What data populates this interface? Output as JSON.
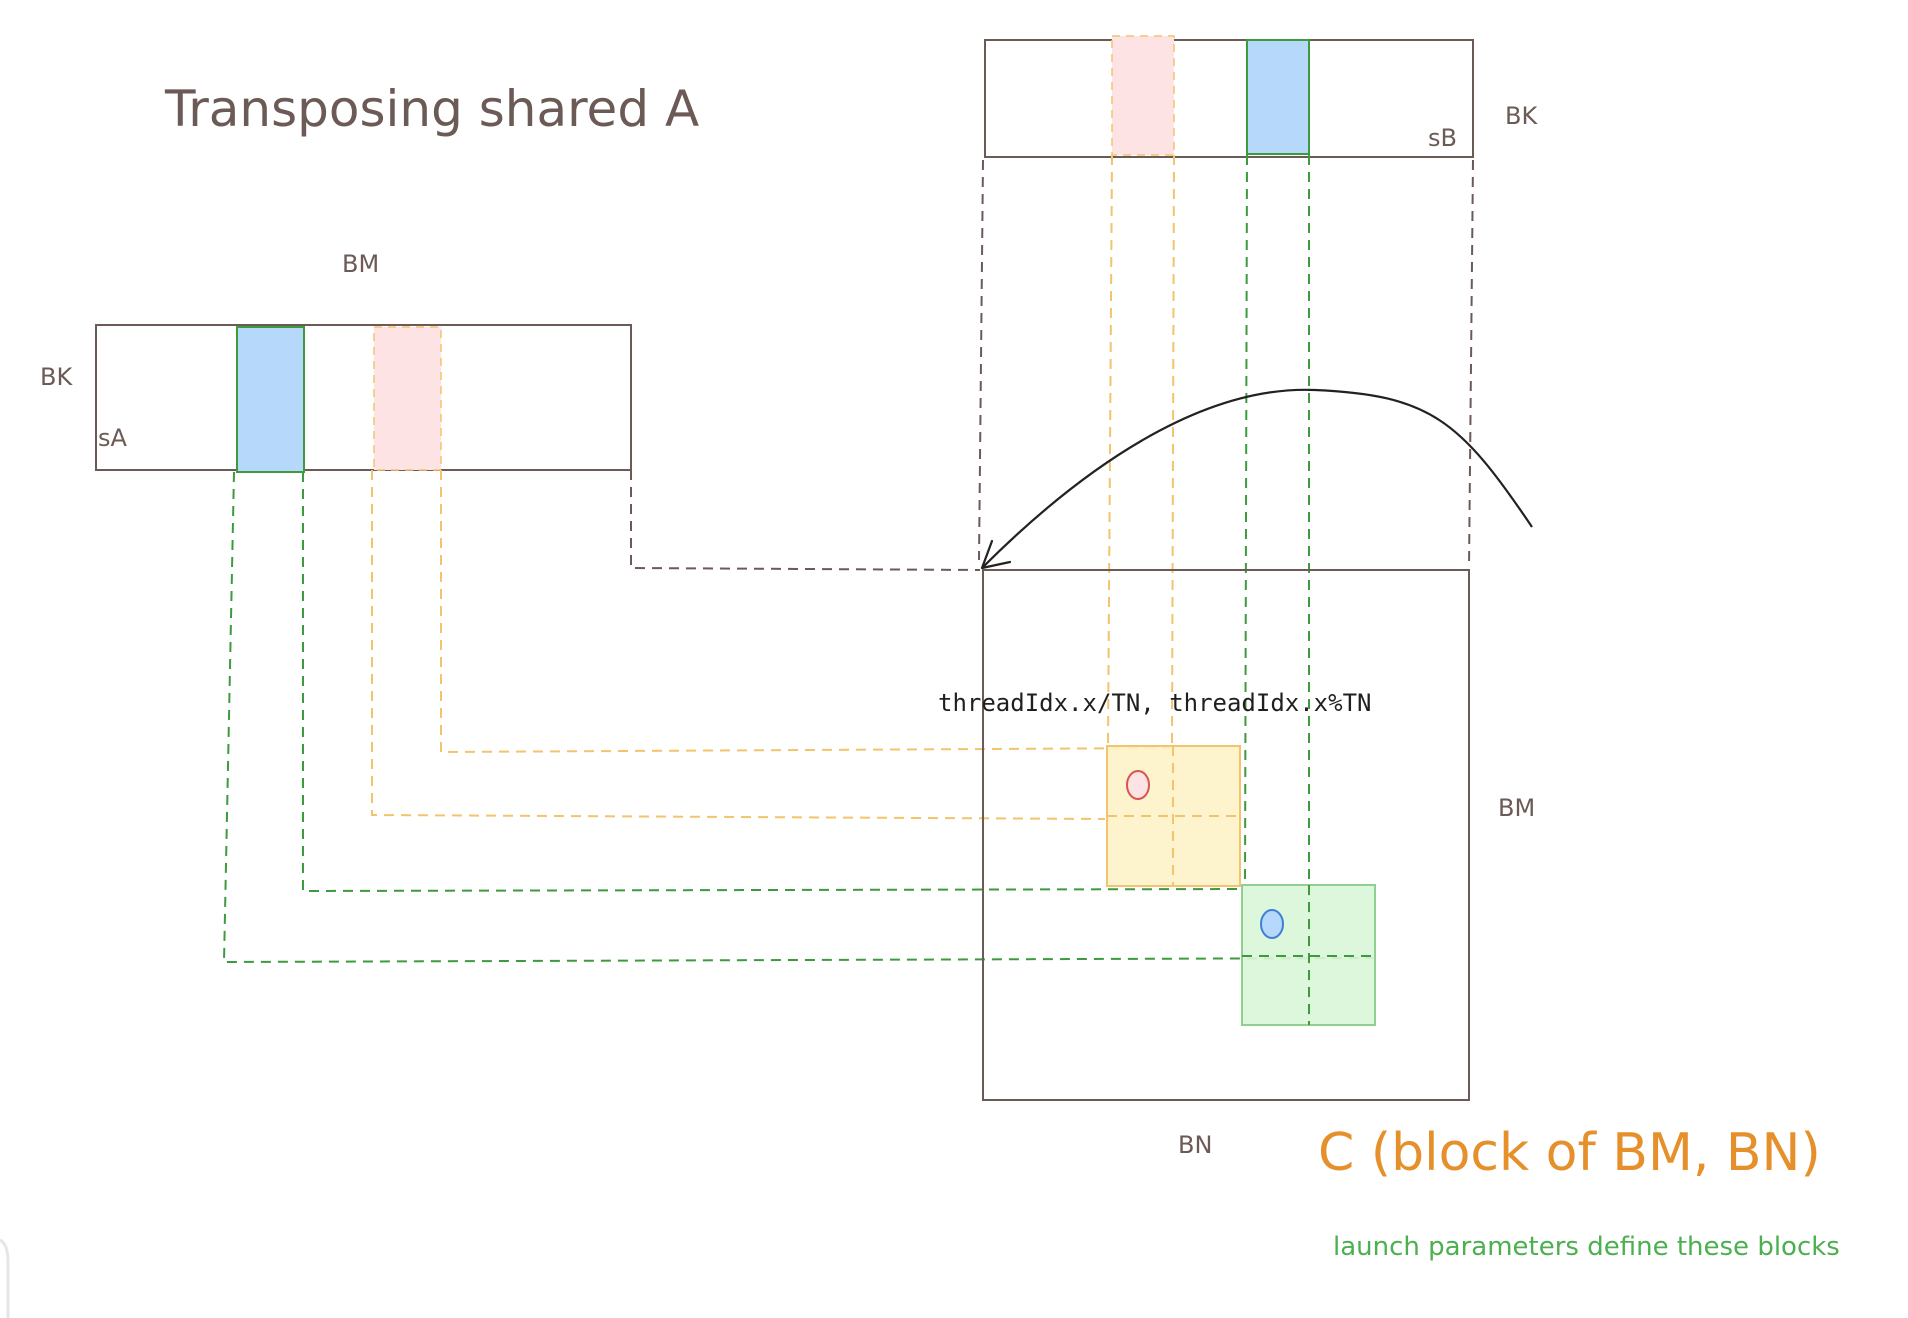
{
  "title": "Transposing shared A",
  "shared_a": {
    "name": "sA",
    "width_label": "BM",
    "height_label": "BK"
  },
  "shared_b": {
    "name": "sB",
    "height_label": "BK"
  },
  "block_c": {
    "width_label": "BN",
    "height_label": "BM",
    "thread_label": "threadIdx.x/TN, threadIdx.x%TN",
    "caption": "C (block of BM, BN)"
  },
  "note": "launch parameters define these blocks",
  "colors": {
    "outline": "#6b5a55",
    "blue_fill": "#b5d8fb",
    "pink_fill": "#fde3e3",
    "yellow_fill": "#fdf2c7",
    "green_fill": "#d9f6d9",
    "green_line": "#3d9a3d",
    "orange_line": "#f3c36e",
    "red_dot": "#d9534f",
    "blue_dot": "#3f7fd6",
    "caption": "#e5902b",
    "note": "#4caf50"
  }
}
